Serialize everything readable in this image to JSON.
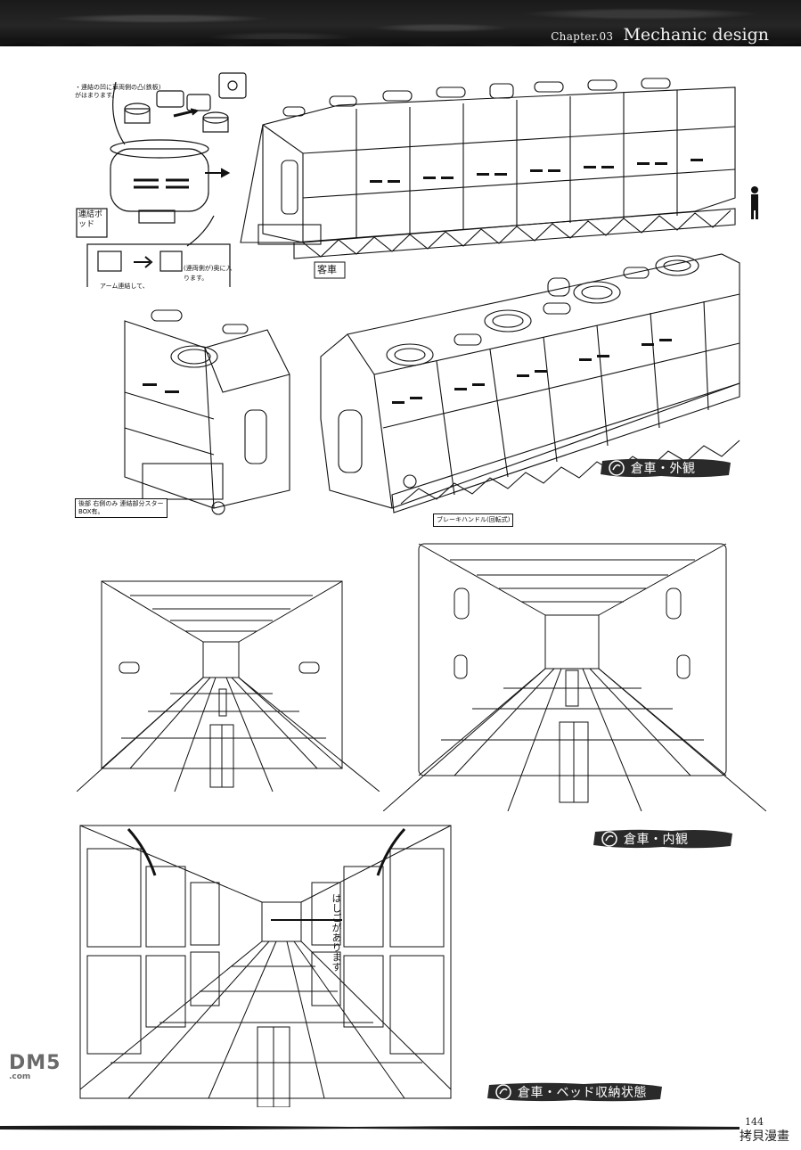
{
  "header": {
    "chapter": "Chapter.03",
    "section_title": "Mechanic design"
  },
  "figures": {
    "passenger_car": {
      "label": "客車",
      "notes": {
        "pod_top": "・連結の凹に車両側の凸(鉄板)がはまります。",
        "pod_label": "連結ポッド",
        "arm_note": "アーム連結して、",
        "pull_note": "(連両側が)奥に入ります。"
      }
    },
    "freight_exterior": {
      "caption": "倉車・外観",
      "notes": {
        "rear_note": "後部 右側のみ 連結部分スターBOX有。",
        "brake_note": "ブレーキハンドル(回転式)"
      }
    },
    "freight_interior": {
      "caption": "倉車・内観"
    },
    "bed_storage": {
      "caption": "倉車・ベッド収納状態",
      "vertical_note": "はしごがあります"
    }
  },
  "footer": {
    "page_number": "144",
    "watermark_left": "DM5",
    "watermark_left_sub": ".com",
    "watermark_right": "拷貝漫畫"
  },
  "colors": {
    "header_bg": "#1a1a1a",
    "caption_bg": "#2a2a2a",
    "line_art": "#111111"
  }
}
